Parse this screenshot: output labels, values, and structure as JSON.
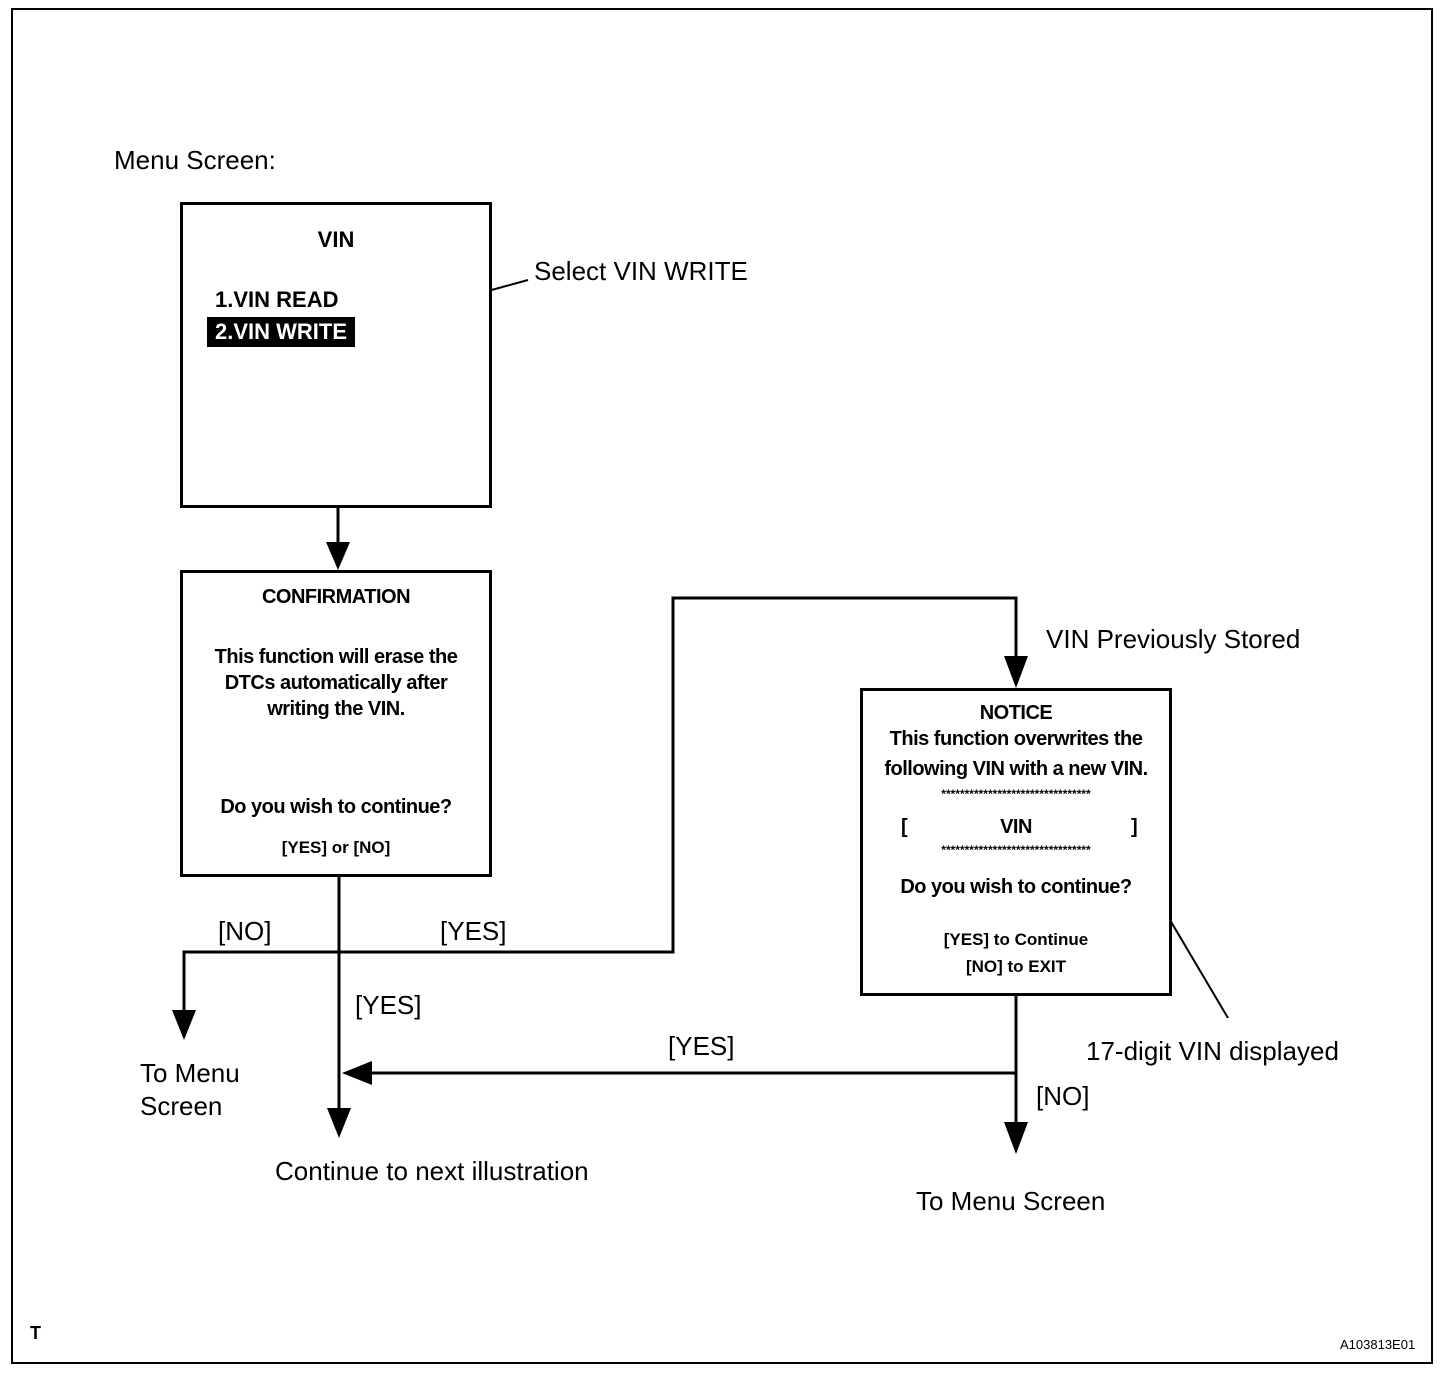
{
  "menu_screen_label": "Menu Screen:",
  "vin_screen": {
    "title": "VIN",
    "item1": "1.VIN READ",
    "item2": "2.VIN WRITE"
  },
  "callout_select": "Select VIN WRITE",
  "confirmation_screen": {
    "title": "CONFIRMATION",
    "line1": "This function will erase the",
    "line2": "DTCs automatically after",
    "line3": "writing the VIN.",
    "question": "Do you wish to continue?",
    "options": "[YES] or [NO]"
  },
  "notice_screen": {
    "title": "NOTICE",
    "line1": "This function overwrites the",
    "line2": "following VIN with a new VIN.",
    "stars_top": "********************************",
    "bracket_left": "[",
    "vin": "VIN",
    "bracket_right": "]",
    "stars_bottom": "********************************",
    "question": "Do you wish to continue?",
    "opt_yes": "[YES] to Continue",
    "opt_no": "[NO] to EXIT"
  },
  "labels": {
    "vin_previously_stored": "VIN Previously Stored",
    "no_left": "[NO]",
    "yes_branch": "[YES]",
    "yes_down": "[YES]",
    "yes_return": "[YES]",
    "no_right": "[NO]",
    "to_menu_left_1": "To Menu",
    "to_menu_left_2": "Screen",
    "continue_next": "Continue to next illustration",
    "to_menu_right": "To Menu Screen",
    "seventeen_digit": "17-digit VIN displayed",
    "corner_t": "T",
    "figure_id": "A103813E01"
  }
}
